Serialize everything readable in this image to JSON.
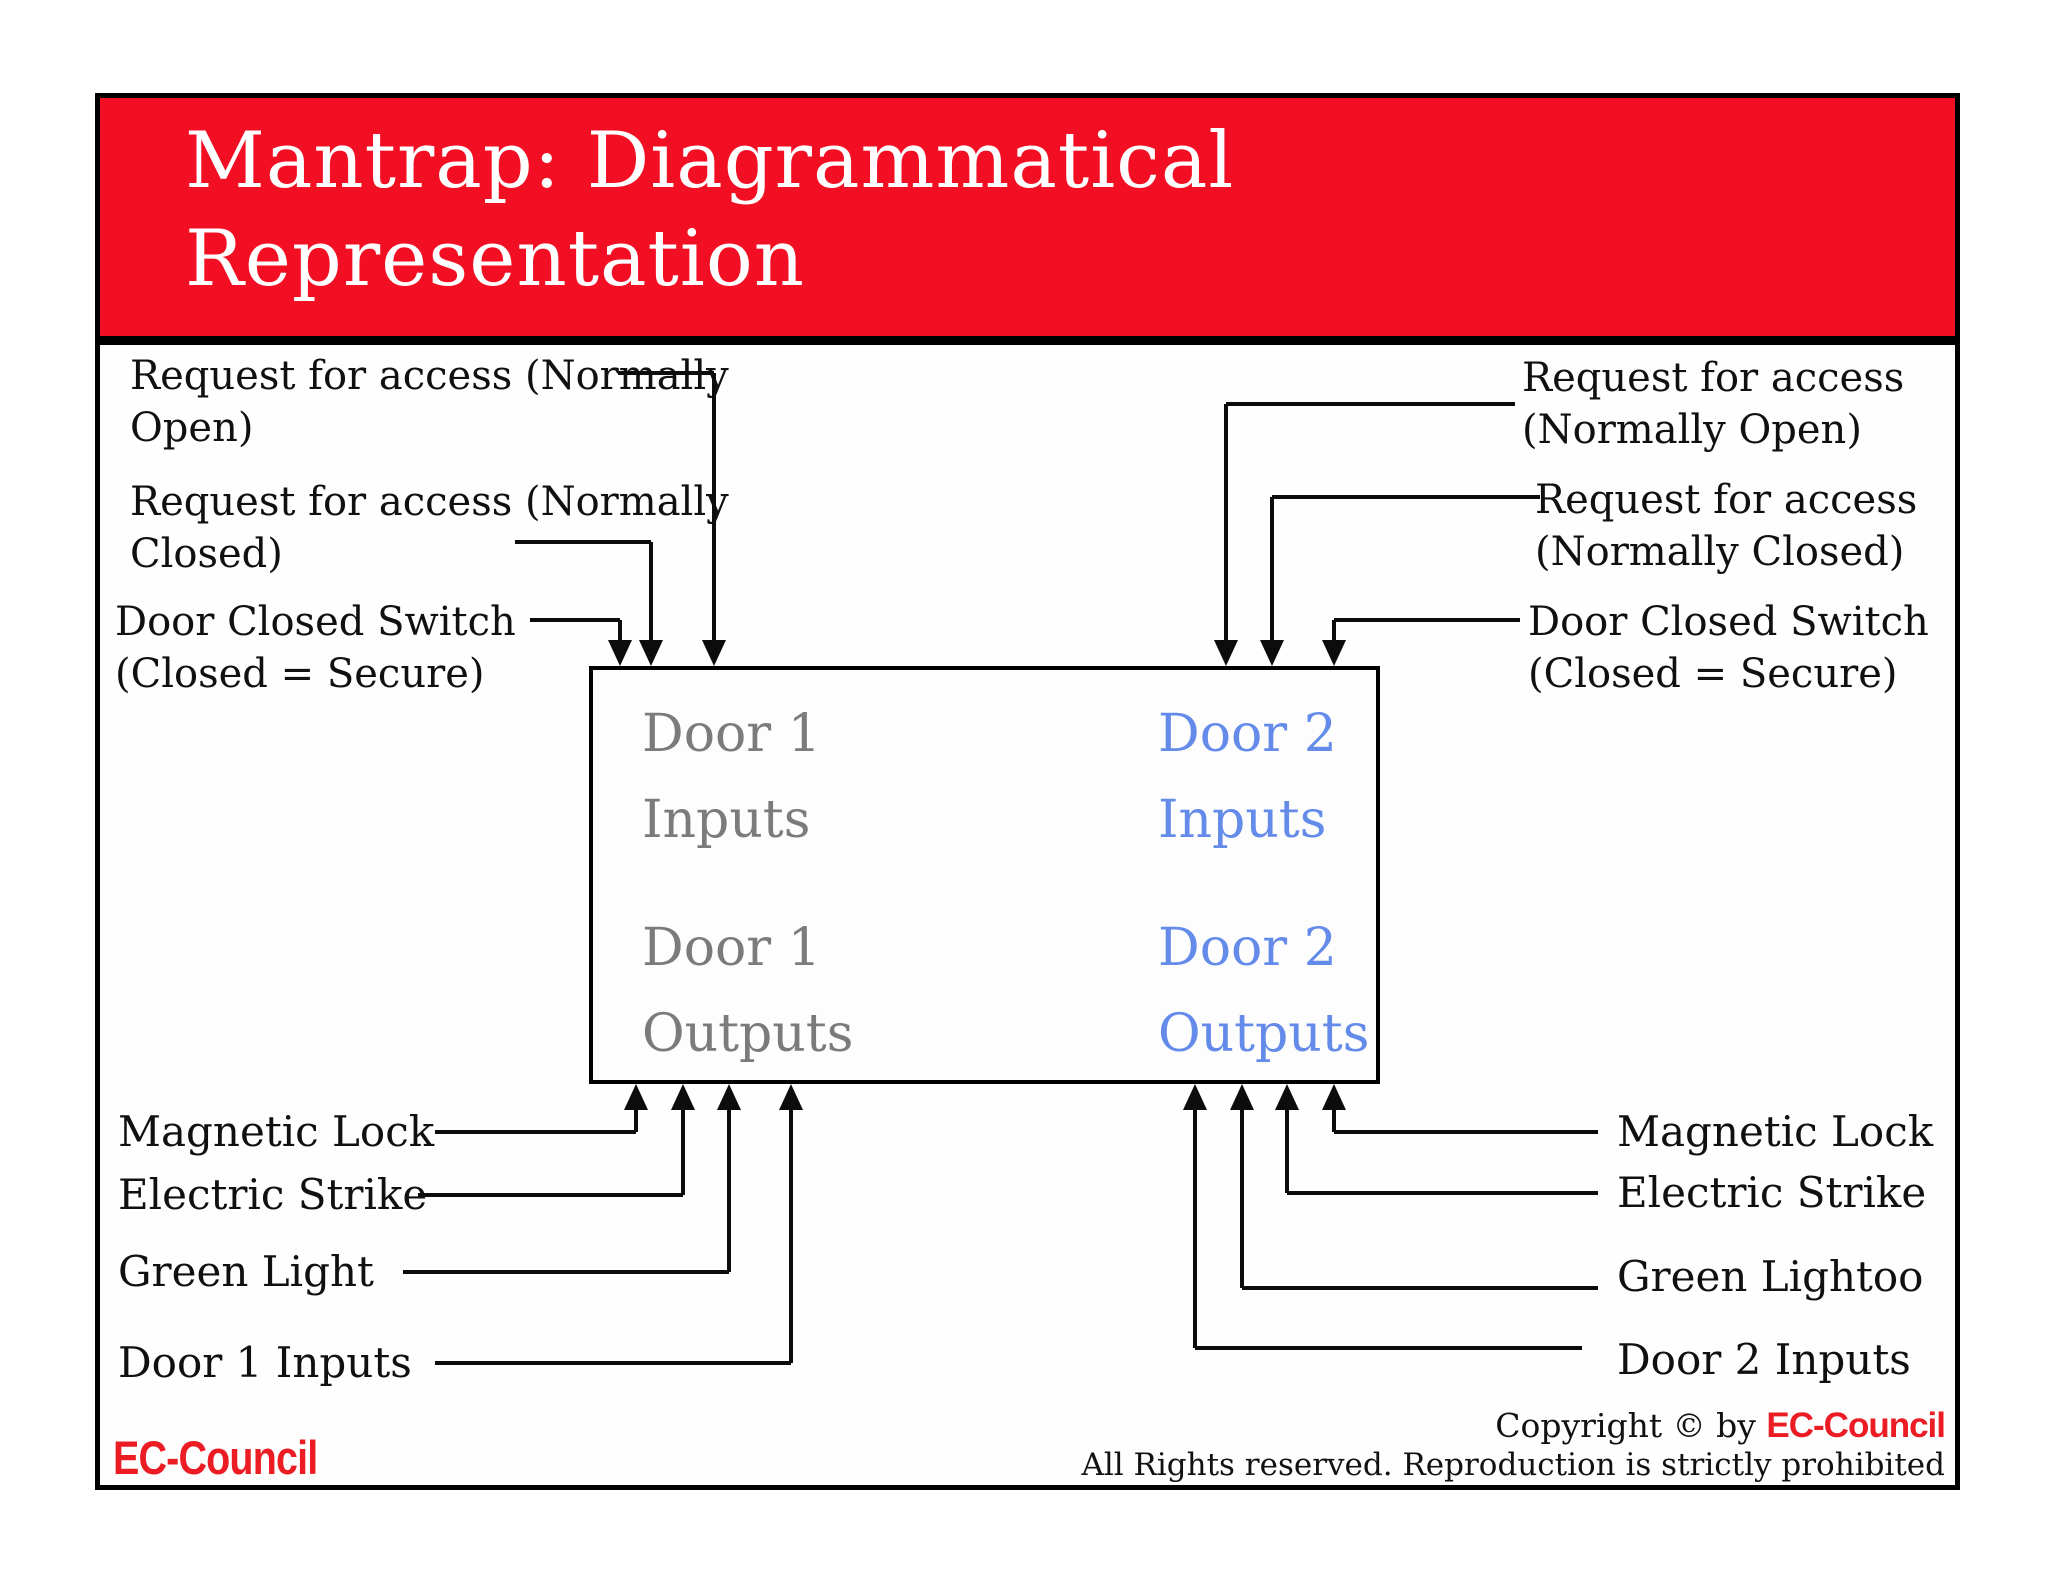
{
  "slide": {
    "title": {
      "line1": "Mantrap: Diagrammatical",
      "line2": "Representation"
    }
  },
  "diagram": {
    "controller_box": {
      "door1": {
        "heading_top": "Door 1",
        "label_top": "Inputs",
        "heading_bottom": "Door 1",
        "label_bottom": "Outputs"
      },
      "door2": {
        "heading_top": "Door 2",
        "label_top": "Inputs",
        "heading_bottom": "Door 2",
        "label_bottom": "Outputs"
      }
    },
    "inputs_left": [
      {
        "line1": "Request for access (Normally",
        "line2": "Open)"
      },
      {
        "line1": "Request for access (Normally",
        "line2": "Closed)"
      },
      {
        "line1": "Door Closed Switch",
        "line2": "(Closed = Secure)"
      }
    ],
    "inputs_right": [
      {
        "line1": "Request for access",
        "line2": "(Normally Open)"
      },
      {
        "line1": "Request for access",
        "line2": "(Normally Closed)"
      },
      {
        "line1": "Door Closed Switch",
        "line2": "(Closed = Secure)"
      }
    ],
    "outputs_left": [
      "Magnetic Lock",
      "Electric Strike",
      "Green Light",
      "Door 1 Inputs"
    ],
    "outputs_right": [
      "Magnetic Lock",
      "Electric Strike",
      "Green Lightoo",
      "Door 2 Inputs"
    ]
  },
  "footer": {
    "logo": "EC-Council",
    "copyright_prefix": "Copyright © by ",
    "copyright_brand": "EC-Council",
    "rights": "All Rights reserved. Reproduction is strictly prohibited"
  },
  "theme": {
    "banner_red": "#F20F23",
    "logo_red": "#EC1C24",
    "door1_gray": "#7B7B7B",
    "door2_blue": "#648BEA",
    "line_black": "#0c0c0c"
  }
}
